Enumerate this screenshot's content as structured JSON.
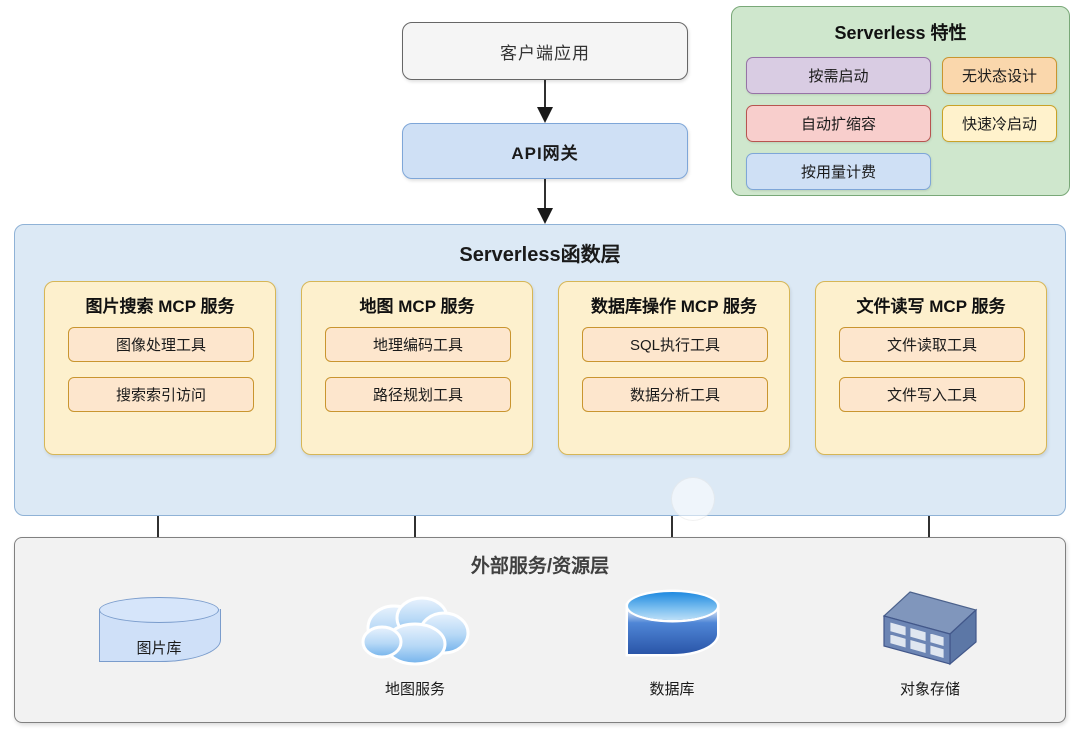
{
  "flow": {
    "client": "客户端应用",
    "api_gateway": "API网关"
  },
  "features_panel": {
    "title": "Serverless 特性",
    "tags": [
      {
        "label": "按需启动",
        "color": "#d9cce3"
      },
      {
        "label": "无状态设计",
        "color": "#fad7ac"
      },
      {
        "label": "自动扩缩容",
        "color": "#f8cecc"
      },
      {
        "label": "快速冷启动",
        "color": "#fff2cc"
      },
      {
        "label": "按用量计费",
        "color": "#cfe0f5"
      }
    ]
  },
  "serverless_layer": {
    "title": "Serverless函数层",
    "services": [
      {
        "name": "图片搜索 MCP 服务",
        "tools": [
          "图像处理工具",
          "搜索索引访问"
        ]
      },
      {
        "name": "地图 MCP 服务",
        "tools": [
          "地理编码工具",
          "路径规划工具"
        ]
      },
      {
        "name": "数据库操作 MCP 服务",
        "tools": [
          "SQL执行工具",
          "数据分析工具"
        ]
      },
      {
        "name": "文件读写 MCP 服务",
        "tools": [
          "文件读取工具",
          "文件写入工具"
        ]
      }
    ]
  },
  "external_layer": {
    "title": "外部服务/资源层",
    "resources": [
      {
        "label": "图片库",
        "icon": "database-cylinder-icon"
      },
      {
        "label": "地图服务",
        "icon": "cloud-icon"
      },
      {
        "label": "数据库",
        "icon": "database-icon"
      },
      {
        "label": "对象存储",
        "icon": "object-storage-icon"
      }
    ]
  },
  "colors": {
    "api_blue": "#cfe0f5",
    "layer_blue": "#dce9f5",
    "mcp_yellow": "#fdf0cd",
    "tool_orange": "#fde6cd",
    "panel_green": "#cfe7cd",
    "ext_gray": "#f2f2f2"
  }
}
